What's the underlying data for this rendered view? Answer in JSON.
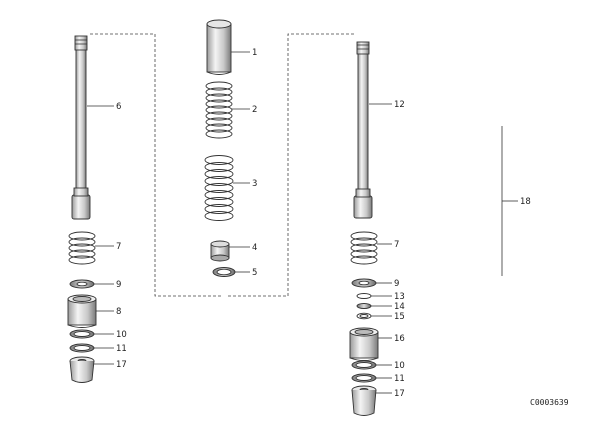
{
  "callouts": {
    "c1": "1",
    "c2": "2",
    "c3": "3",
    "c4": "4",
    "c5": "5",
    "l6": "6",
    "l7": "7",
    "l9": "9",
    "l8": "8",
    "l10": "10",
    "l11": "11",
    "l17": "17",
    "r12": "12",
    "r7": "7",
    "r9": "9",
    "r13": "13",
    "r14": "14",
    "r15": "15",
    "r16": "16",
    "r10": "10",
    "r11": "11",
    "r17": "17",
    "bracket": "18"
  },
  "reference_number": "C0003639"
}
